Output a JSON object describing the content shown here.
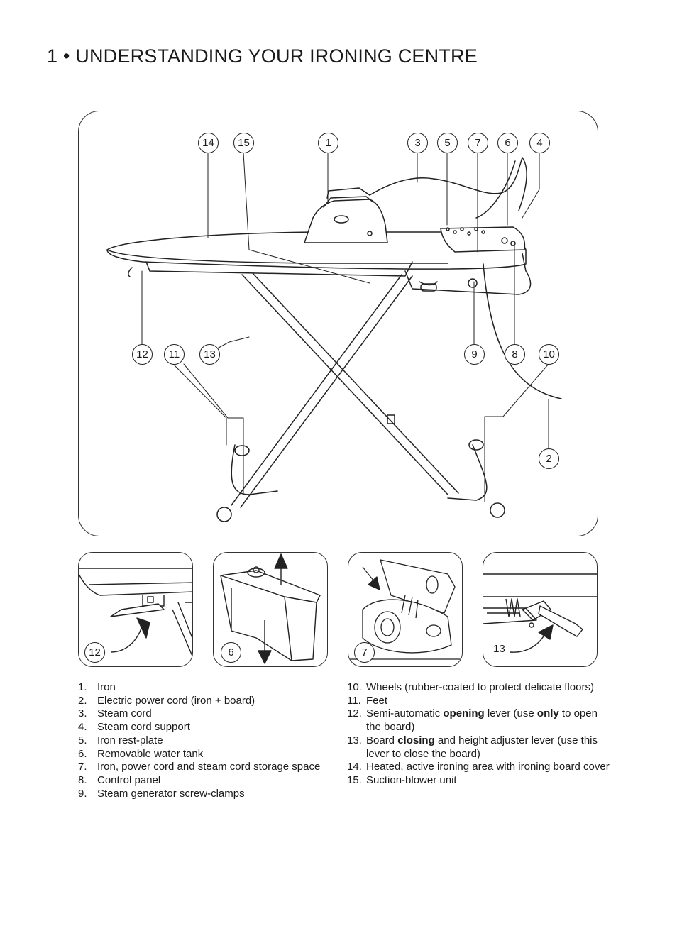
{
  "page_title": "1 • UNDERSTANDING YOUR IRONING CENTRE",
  "main_callouts": {
    "c14": "14",
    "c15": "15",
    "c1": "1",
    "c3": "3",
    "c5": "5",
    "c7": "7",
    "c6": "6",
    "c4": "4",
    "c12": "12",
    "c11": "11",
    "c13": "13",
    "c9": "9",
    "c8": "8",
    "c10": "10",
    "c2": "2"
  },
  "detail_callouts": {
    "d12": "12",
    "d6": "6",
    "d7": "7",
    "d13": "13"
  },
  "legend_left": [
    {
      "num": "1.",
      "parts": [
        {
          "t": "Iron",
          "b": false
        }
      ]
    },
    {
      "num": "2.",
      "parts": [
        {
          "t": "Electric power cord (iron + board)",
          "b": false
        }
      ]
    },
    {
      "num": "3.",
      "parts": [
        {
          "t": "Steam cord",
          "b": false
        }
      ]
    },
    {
      "num": "4.",
      "parts": [
        {
          "t": "Steam cord support",
          "b": false
        }
      ]
    },
    {
      "num": "5.",
      "parts": [
        {
          "t": "Iron rest-plate",
          "b": false
        }
      ]
    },
    {
      "num": "6.",
      "parts": [
        {
          "t": "Removable water tank",
          "b": false
        }
      ]
    },
    {
      "num": "7.",
      "parts": [
        {
          "t": "Iron, power cord and steam cord storage space",
          "b": false
        }
      ]
    },
    {
      "num": "8.",
      "parts": [
        {
          "t": "Control panel",
          "b": false
        }
      ]
    },
    {
      "num": "9.",
      "parts": [
        {
          "t": "Steam generator screw-clamps",
          "b": false
        }
      ]
    }
  ],
  "legend_right": [
    {
      "num": "10.",
      "parts": [
        {
          "t": "Wheels (rubber-coated to protect delicate floors)",
          "b": false
        }
      ]
    },
    {
      "num": "11.",
      "parts": [
        {
          "t": "Feet",
          "b": false
        }
      ]
    },
    {
      "num": "12.",
      "parts": [
        {
          "t": "Semi-automatic ",
          "b": false
        },
        {
          "t": "opening",
          "b": true
        },
        {
          "t": " lever (use ",
          "b": false
        },
        {
          "t": "only",
          "b": true
        },
        {
          "t": " to open the board)",
          "b": false
        }
      ]
    },
    {
      "num": "13.",
      "parts": [
        {
          "t": "Board ",
          "b": false
        },
        {
          "t": "closing",
          "b": true
        },
        {
          "t": " and height adjuster lever (use this lever to close the board)",
          "b": false
        }
      ]
    },
    {
      "num": "14.",
      "parts": [
        {
          "t": "Heated, active ironing area with ironing board cover",
          "b": false
        }
      ]
    },
    {
      "num": "15.",
      "parts": [
        {
          "t": "Suction-blower unit",
          "b": false
        }
      ]
    }
  ]
}
